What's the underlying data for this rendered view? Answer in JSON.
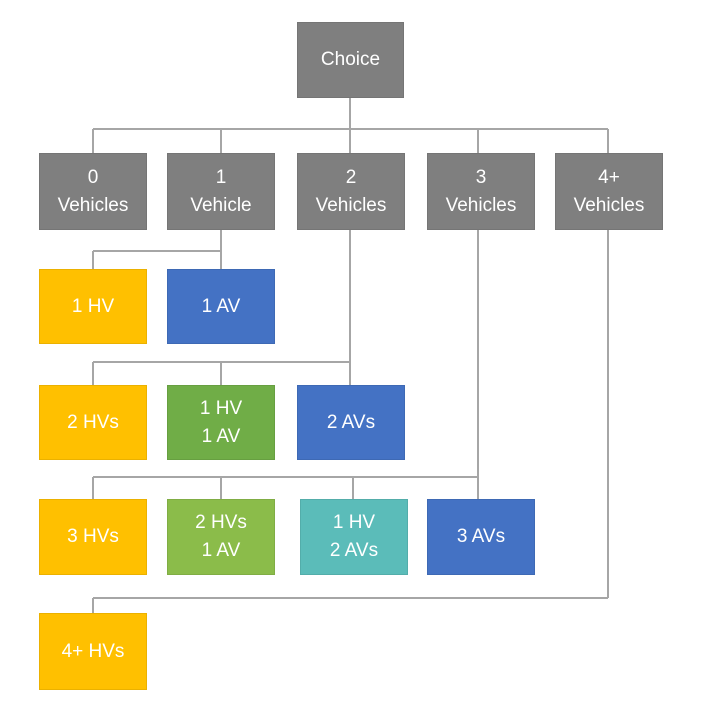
{
  "diagram": {
    "root": {
      "label": "Choice"
    },
    "vehicle_counts": [
      {
        "label": "0\nVehicles"
      },
      {
        "label": "1\nVehicle"
      },
      {
        "label": "2\nVehicles"
      },
      {
        "label": "3\nVehicles"
      },
      {
        "label": "4+\nVehicles"
      }
    ],
    "one_vehicle": [
      {
        "label": "1 HV"
      },
      {
        "label": "1 AV"
      }
    ],
    "two_vehicles": [
      {
        "label": "2 HVs"
      },
      {
        "label": "1 HV\n1 AV"
      },
      {
        "label": "2 AVs"
      }
    ],
    "three_vehicles": [
      {
        "label": "3 HVs"
      },
      {
        "label": "2 HVs\n1 AV"
      },
      {
        "label": "1 HV\n2 AVs"
      },
      {
        "label": "3 AVs"
      }
    ],
    "four_plus_vehicles": [
      {
        "label": "4+ HVs"
      }
    ],
    "colors": {
      "grey": "#7f7f7f",
      "human_driven": "#ffc000",
      "autonomous": "#4472c4",
      "mixed_green": "#70ad47",
      "mixed_lime": "#8bbc4a",
      "mixed_teal": "#5bbcb9",
      "connector": "#a6a6a6"
    }
  }
}
